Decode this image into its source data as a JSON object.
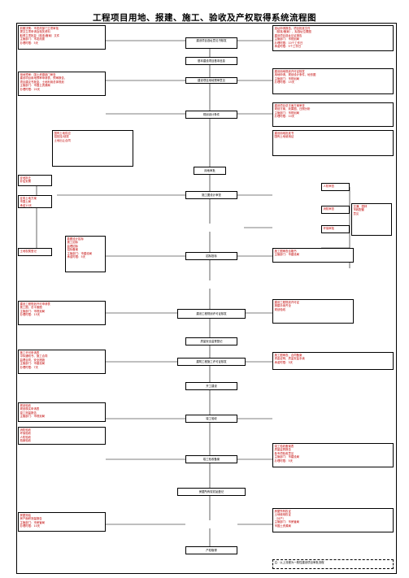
{
  "title": "工程项目用地、报建、施工、验收及产权取得系统流程图",
  "nodes": [
    {
      "id": "n_top_left",
      "label": "前期决策：市发改部门立项审批\n提交立项申请及相关资料\n取得立项批复（核准/备案）文件\n主管部门：市发改委\n办理时限：5天"
    },
    {
      "id": "n_top_center",
      "label": "建设项目选址意见书核发"
    },
    {
      "id": "n_top_right",
      "label": "选址申请报告、项目批准文件\n（核准/备案）、拟选址位置图\n建设项目选址论证报告\n主管部门：市规划局\n办理时限：10个工作日\n承诺时限：5个工作日"
    },
    {
      "id": "n_basic_info",
      "label": "基本建设项目基本信息"
    },
    {
      "id": "n_land_left",
      "label": "用地预审：国土资源部门审查\n建设项目用地预审申请表、预审报告、\n项目建议书批复、土地利用总体规划\n主管部门：市国土资源局\n办理时限：20天"
    },
    {
      "id": "n_land_center",
      "label": "建设项目用地预审意见"
    },
    {
      "id": "n_land_right",
      "label": "建设用地规划许可证核发\n用地申请、规划设计条件、地形图\n主管部门：市规划局\n办理时限：15天"
    },
    {
      "id": "n_plan_permit",
      "label": "规划设计条件"
    },
    {
      "id": "n_mid_right1",
      "label": "建设项目总平面方案审查\n规划方案、效果图、日照分析\n主管部门：市规划局\n办理时限：10天"
    },
    {
      "id": "n_land_grant",
      "label": "用地审批"
    },
    {
      "id": "n_land_supply",
      "label": "国有土地供应\n招拍挂/划拨\n土地出让合同"
    },
    {
      "id": "n_left_side1",
      "label": "征地拆迁\n补偿安置"
    },
    {
      "id": "n_left_side2",
      "label": "征收土地方案\n市国土局\n承诺10天"
    },
    {
      "id": "n_left_side3",
      "label": "土地权属登记"
    },
    {
      "id": "n_land_cert",
      "label": "建设用地批准书\n国有土地使用证"
    },
    {
      "id": "n_right_col1",
      "label": "人防审查"
    },
    {
      "id": "n_right_col2",
      "label": "消防审查"
    },
    {
      "id": "n_right_col3",
      "label": "环保审批"
    },
    {
      "id": "n_right_col4",
      "label": "交通、园林\n市政配套\n意见"
    },
    {
      "id": "n_design_review",
      "label": "施工图设计审查"
    },
    {
      "id": "n_bid",
      "label": "招标投标"
    },
    {
      "id": "n_bid_left",
      "label": "勘察设计招标\n施工招标\n监理招标\n招标备案\n主管部门：市建设局\n承诺时限：5天"
    },
    {
      "id": "n_bid_right",
      "label": "施工图审查合格书\n主管部门：市建设局"
    },
    {
      "id": "n_permit_center",
      "label": "建设工程规划许可证核发"
    },
    {
      "id": "n_permit_left",
      "label": "建设工程规划许可申请表\n施工图、总平面图\n主管部门：市规划局\n办理时限：15天"
    },
    {
      "id": "n_permit_right",
      "label": "建设工程规划许可证\n报建手续齐全\n规划验线"
    },
    {
      "id": "n_quality",
      "label": "质量安全监督登记"
    },
    {
      "id": "n_construct_permit",
      "label": "建筑工程施工许可证核发"
    },
    {
      "id": "n_construct_left",
      "label": "施工许可申请表\n中标通知书、施工合同\n监理合同、安全措施\n主管部门：市建设局\n办理时限：7天"
    },
    {
      "id": "n_construct_right",
      "label": "施工图审查、合同备案\n资金证明、质监安监手续\n承诺时限：3天"
    },
    {
      "id": "n_site",
      "label": "开工建设"
    },
    {
      "id": "n_acceptance",
      "label": "竣工验收"
    },
    {
      "id": "n_accept_left1",
      "label": "规划验收\n规划核实申请表\n竣工测量报告\n主管部门：市规划局"
    },
    {
      "id": "n_accept_left2",
      "label": "消防验收\n环保验收\n人防验收\n档案验收"
    },
    {
      "id": "n_accept_center",
      "label": "竣工验收备案"
    },
    {
      "id": "n_accept_right",
      "label": "竣工验收备案表\n质量监督报告\n各专项验收意见\n主管部门：市建设局\n办理时限：5天"
    },
    {
      "id": "n_property",
      "label": "房屋所有权初始登记"
    },
    {
      "id": "n_property_left",
      "label": "房屋测绘\n房产面积测量报告\n主管部门：市房管局\n办理时限：10天"
    },
    {
      "id": "n_property_right",
      "label": "房屋所有权证\n土地使用权证\n（分户）\n主管部门：市房管局\n市国土资源局"
    },
    {
      "id": "n_final",
      "label": "产权取得"
    }
  ],
  "footer_note": "注：以上流程为一般性建设项目审批流程"
}
